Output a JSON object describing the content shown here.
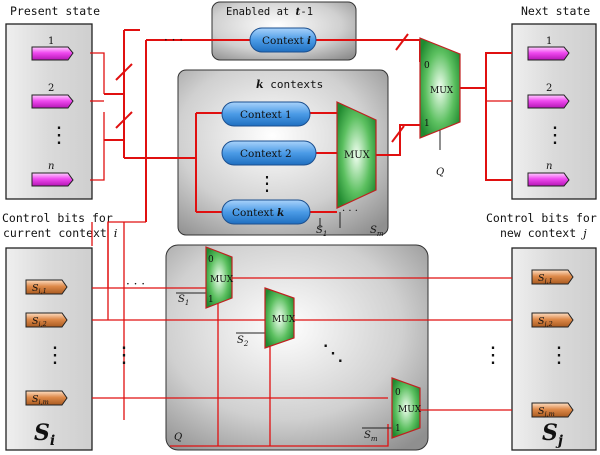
{
  "present_state": {
    "title": "Present state",
    "labels": [
      "1",
      "2",
      "n"
    ]
  },
  "next_state": {
    "title": "Next state",
    "labels": [
      "1",
      "2",
      "n"
    ]
  },
  "enabled": {
    "title": "Enabled at",
    "time": "t",
    "suffix": "-1",
    "context_label": "Context",
    "context_var": "i"
  },
  "k_contexts": {
    "title_var": "k",
    "title_rest": " contexts",
    "items": [
      {
        "label": "Context",
        "num": "1"
      },
      {
        "label": "Context",
        "num": "2"
      },
      {
        "label": "Context",
        "num": "k"
      }
    ]
  },
  "mux_label": "MUX",
  "mux_in0": "0",
  "mux_in1": "1",
  "q_label": "Q",
  "select_main": {
    "s1": "S",
    "s1_sub": "1",
    "sm": "S",
    "sm_sub": "m"
  },
  "control_current": {
    "line1": "Control bits for",
    "line2": "current context",
    "var": "i"
  },
  "control_new": {
    "line1": "Control bits for",
    "line2": "new context",
    "var": "j"
  },
  "left_bits": [
    "S",
    "S",
    "S"
  ],
  "left_bits_sub": [
    "i,1",
    "i,2",
    "i,m"
  ],
  "right_bits": [
    "S",
    "S",
    "S"
  ],
  "right_bits_sub": [
    "j,1",
    "j,2",
    "j,m"
  ],
  "left_big": {
    "letter": "S",
    "sub": "i"
  },
  "right_big": {
    "letter": "S",
    "sub": "j"
  },
  "lower_mux_sel": [
    {
      "s": "S",
      "sub": "1"
    },
    {
      "s": "S",
      "sub": "2"
    },
    {
      "s": "S",
      "sub": "m"
    }
  ],
  "dots": {
    "h": "· · ·",
    "v": "⋮",
    "d": "⋱"
  },
  "colors": {
    "wire": "#e01010",
    "tag_magenta": "#ee33ee",
    "tag_orange": "#d07a3a",
    "context_blue": "#3e8fe0",
    "mux_green": "#3cb04a"
  }
}
